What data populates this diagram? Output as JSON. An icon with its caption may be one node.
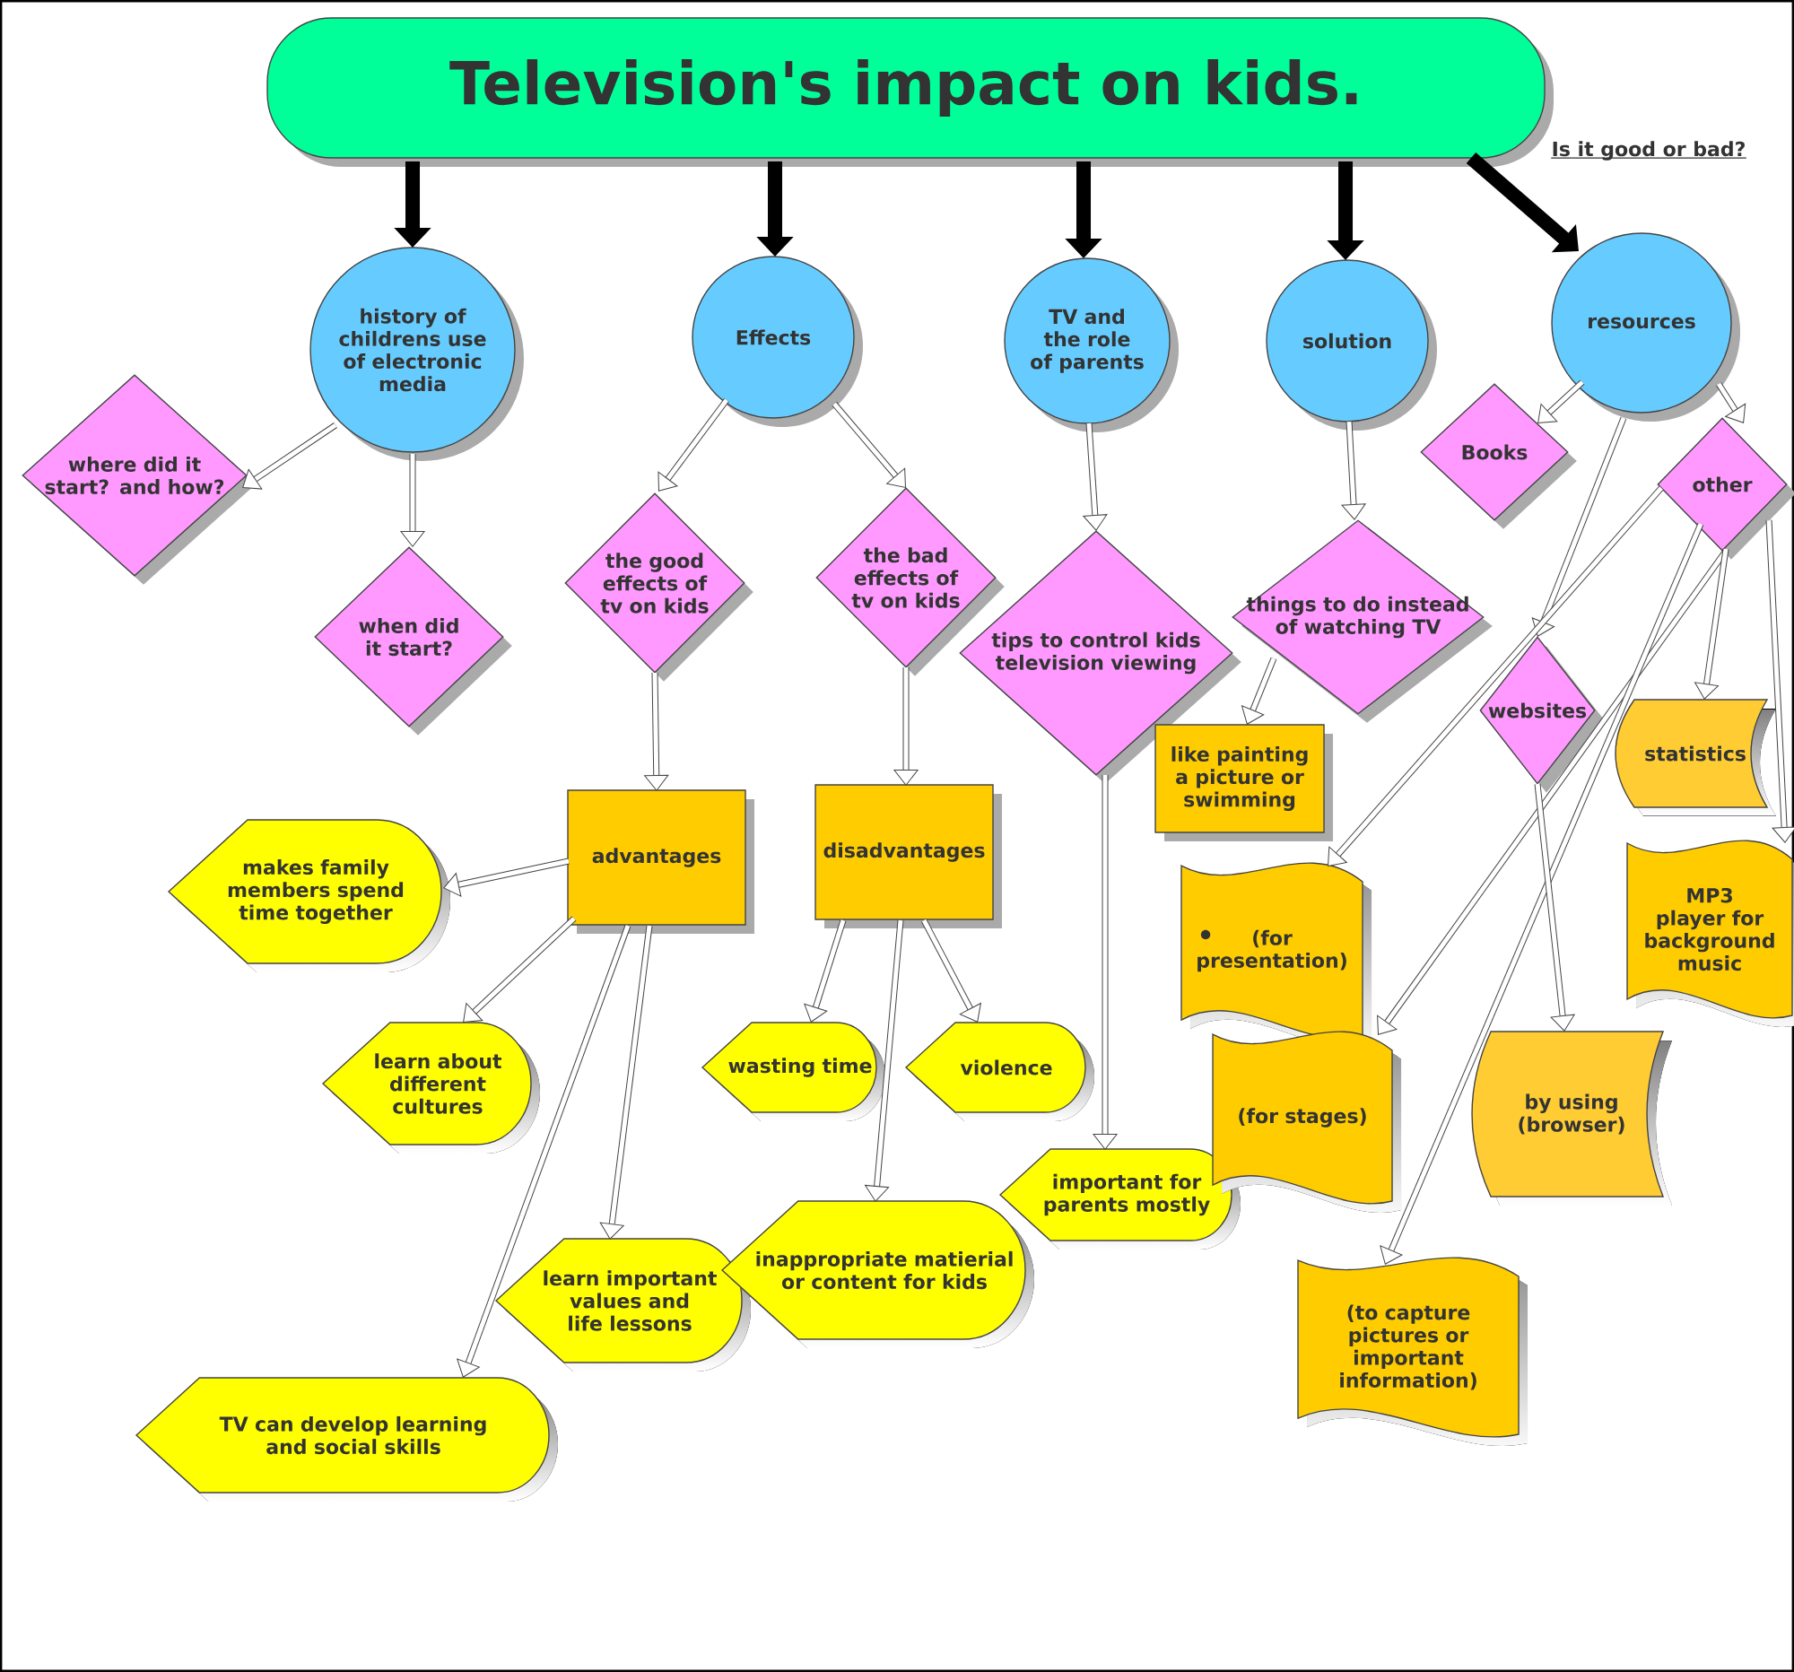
{
  "diagram": {
    "nodes": [
      {
        "text": [
          "Television's impact on kids."
        ]
      },
      {
        "text": [
          "history of childrens use of electronic media"
        ]
      },
      {
        "text": [
          "Effects"
        ]
      },
      {
        "text": [
          "TV and the role of parents"
        ]
      },
      {
        "text": [
          "solution"
        ]
      },
      {
        "text": [
          "resources"
        ]
      },
      {
        "text": [
          "where did it start? and how?"
        ]
      },
      {
        "text": [
          "when did it start?"
        ]
      },
      {
        "text": [
          "the good effects of tv on kids"
        ]
      },
      {
        "text": [
          "the bad effects of tv on kids"
        ]
      },
      {
        "text": [
          "tips to control kids television viewing"
        ]
      },
      {
        "text": [
          "things to do instead of watching TV"
        ]
      },
      {
        "text": [
          "Books"
        ]
      },
      {
        "text": [
          "other"
        ]
      },
      {
        "text": [
          "websites"
        ]
      },
      {
        "text": [
          "advantages"
        ]
      },
      {
        "text": [
          "disadvantages"
        ]
      },
      {
        "text": [
          "makes family members spend time together"
        ]
      },
      {
        "text": [
          "learn about different cultures"
        ]
      },
      {
        "text": [
          "learn important values and life lessons"
        ]
      },
      {
        "text": [
          "TV can develop learning and social skills"
        ]
      },
      {
        "text": [
          "wasting time"
        ]
      },
      {
        "text": [
          "violence"
        ]
      },
      {
        "text": [
          "inappropriate matierial or content for kids"
        ]
      },
      {
        "text": [
          "important for parents mostly"
        ]
      },
      {
        "text": [
          "like painting a picture or swimming"
        ]
      },
      {
        "text": [
          "(for presentation)"
        ]
      },
      {
        "text": [
          "statistics"
        ]
      },
      {
        "text": [
          "MP3 player for background music"
        ]
      },
      {
        "text": [
          "(for stages)"
        ]
      },
      {
        "text": [
          "by using (browser)"
        ]
      },
      {
        "text": [
          "(to capture pictures or important information)"
        ]
      }
    ],
    "edges": [
      {
        "from": 0,
        "to": 1,
        "arrow": "to",
        "style": "thick"
      },
      {
        "from": 0,
        "to": 2,
        "arrow": "to",
        "style": "thick"
      },
      {
        "from": 0,
        "to": 3,
        "arrow": "to",
        "style": "thick"
      },
      {
        "from": 0,
        "to": 4,
        "arrow": "to",
        "style": "thick"
      },
      {
        "from": 0,
        "to": 5,
        "arrow": "to",
        "style": "thick"
      },
      {
        "from": 1,
        "to": 6,
        "arrow": "to"
      },
      {
        "from": 1,
        "to": 7,
        "arrow": "to"
      },
      {
        "from": 2,
        "to": 8,
        "arrow": "to"
      },
      {
        "from": 2,
        "to": 9,
        "arrow": "to"
      },
      {
        "from": 3,
        "to": 10,
        "arrow": "to"
      },
      {
        "from": 4,
        "to": 11,
        "arrow": "to"
      },
      {
        "from": 5,
        "to": 12,
        "arrow": "to"
      },
      {
        "from": 5,
        "to": 13,
        "arrow": "to"
      },
      {
        "from": 5,
        "to": 14,
        "arrow": "to"
      },
      {
        "from": 8,
        "to": 15,
        "arrow": "to"
      },
      {
        "from": 9,
        "to": 16,
        "arrow": "to"
      },
      {
        "from": 10,
        "to": 24,
        "arrow": "to"
      },
      {
        "from": 11,
        "to": 25,
        "arrow": "to"
      },
      {
        "from": 15,
        "to": 17,
        "arrow": "to"
      },
      {
        "from": 15,
        "to": 18,
        "arrow": "to"
      },
      {
        "from": 15,
        "to": 19,
        "arrow": "to"
      },
      {
        "from": 15,
        "to": 20,
        "arrow": "to"
      },
      {
        "from": 16,
        "to": 21,
        "arrow": "to"
      },
      {
        "from": 16,
        "to": 22,
        "arrow": "to"
      },
      {
        "from": 16,
        "to": 23,
        "arrow": "to"
      },
      {
        "from": 13,
        "to": 26,
        "arrow": "to"
      },
      {
        "from": 13,
        "to": 29,
        "arrow": "to"
      },
      {
        "from": 13,
        "to": 31,
        "arrow": "to"
      },
      {
        "from": 13,
        "to": 27,
        "arrow": "to"
      },
      {
        "from": 13,
        "to": 28,
        "arrow": "to"
      },
      {
        "from": 14,
        "to": 30,
        "arrow": "to"
      }
    ],
    "labels": [
      "Is it good or bad?"
    ]
  }
}
